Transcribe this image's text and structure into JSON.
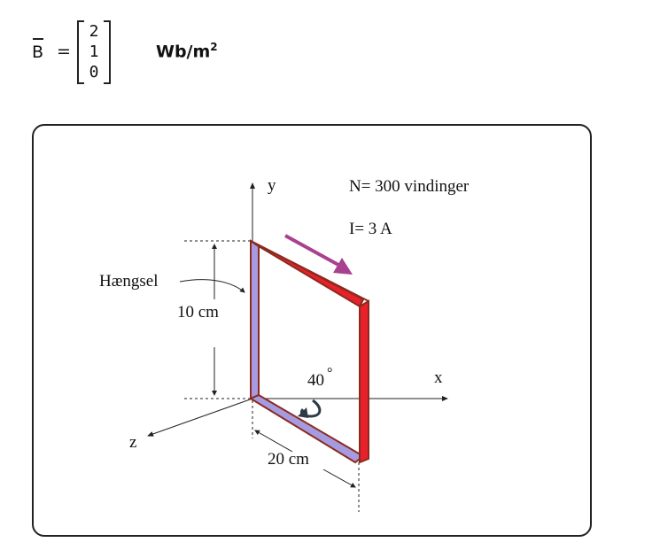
{
  "formula": {
    "symbol": "B",
    "equals": "=",
    "vector": [
      "2",
      "1",
      "0"
    ],
    "unit": "Wb/m",
    "unit_exp": "2"
  },
  "diagram": {
    "axis_y": "y",
    "axis_x": "x",
    "axis_z": "z",
    "turns": "N= 300 vindinger",
    "current": "I= 3  A",
    "hinge": "Hængsel",
    "height": "10 cm",
    "angle": "40",
    "degree": "°",
    "width": "20 cm"
  },
  "colors": {
    "frame_red": "#e8202a",
    "frame_dark": "#8b2b1f",
    "frame_blue": "#a69be0",
    "arrow_purple": "#a8418f"
  }
}
